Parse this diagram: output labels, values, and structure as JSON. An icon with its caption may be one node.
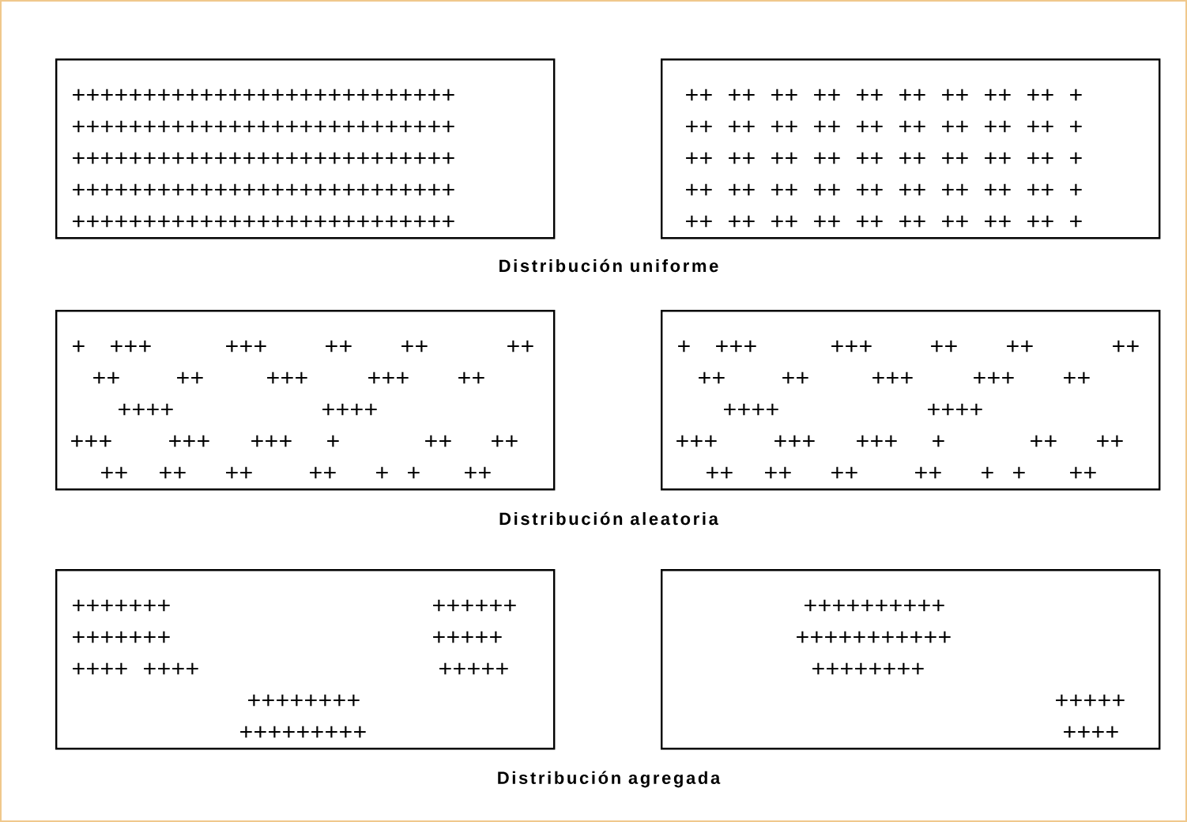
{
  "diagram": {
    "nodes": [
      {
        "text": [
          "+++++++++++++++++++++++++++",
          "+++++++++++++++++++++++++++",
          "+++++++++++++++++++++++++++",
          "+++++++++++++++++++++++++++",
          "+++++++++++++++++++++++++++"
        ]
      },
      {
        "text": [
          "++ ++ ++ ++ ++ ++ ++ ++ ++ +",
          "++ ++ ++ ++ ++ ++ ++ ++ ++ +",
          "++ ++ ++ ++ ++ ++ ++ ++ ++ +",
          "++ ++ ++ ++ ++ ++ ++ ++ ++ +",
          "++ ++ ++ ++ ++ ++ ++ ++ ++ +"
        ]
      },
      {
        "text": [
          "+",
          "+++",
          "+++",
          "++",
          "++",
          "++",
          "++",
          "++",
          "+++",
          "+++",
          "++",
          "++++",
          "++++",
          "+++",
          "+++",
          "+++",
          "+",
          "++",
          "++",
          "++",
          "++",
          "++",
          "++",
          "+",
          "+",
          "++"
        ]
      },
      {
        "text": [
          "+",
          "+++",
          "+++",
          "++",
          "++",
          "++",
          "++",
          "++",
          "+++",
          "+++",
          "++",
          "++++",
          "++++",
          "+++",
          "+++",
          "+++",
          "+",
          "++",
          "++",
          "++",
          "++",
          "++",
          "++",
          "+",
          "+",
          "++"
        ]
      },
      {
        "text": [
          "+++++++",
          "++++++",
          "+++++++",
          "+++++",
          "++++ ++++",
          "+++++",
          "++++++++",
          "+++++++++"
        ]
      },
      {
        "text": [
          "++++++++++",
          "+++++++++++",
          "++++++++",
          "+++++",
          "++++"
        ]
      }
    ],
    "labels": [
      "Distribución uniforme",
      "Distribución aleatoria",
      "Distribución agregada"
    ]
  }
}
